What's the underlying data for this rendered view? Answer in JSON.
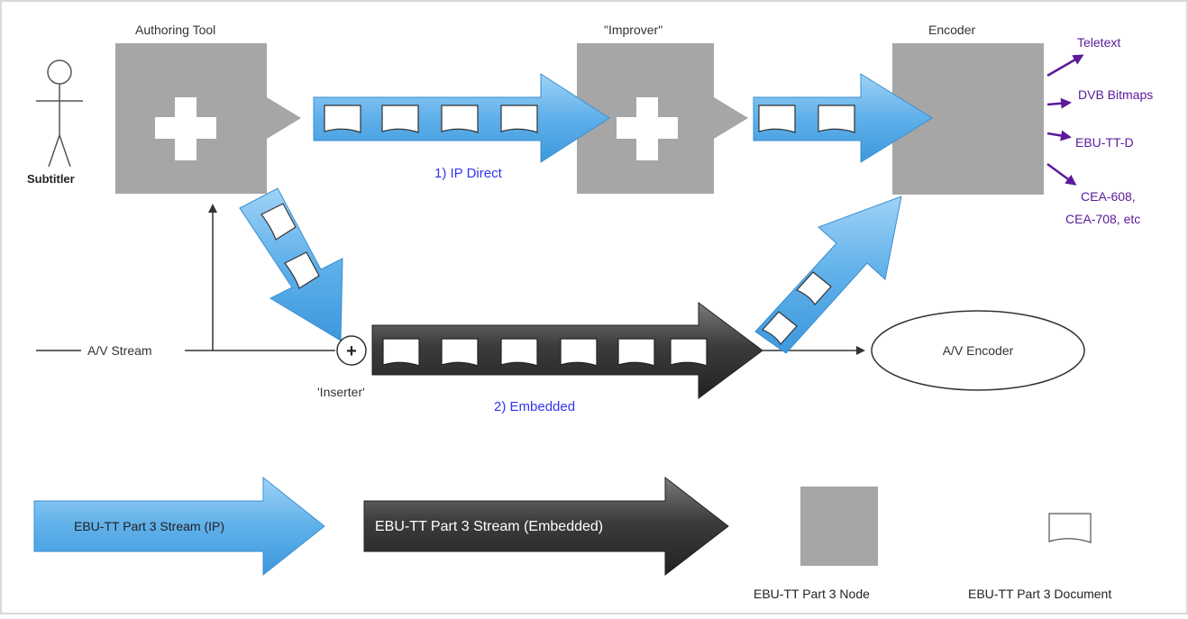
{
  "actor": {
    "label": "Subtitler"
  },
  "nodes": {
    "authoring": {
      "label": "Authoring Tool"
    },
    "improver": {
      "label": "\"Improver\""
    },
    "encoder": {
      "label": "Encoder"
    },
    "av_encoder": {
      "label": "A/V Encoder"
    }
  },
  "streams": {
    "ip_direct": {
      "label": "1) IP Direct"
    },
    "embedded": {
      "label": "2) Embedded"
    },
    "av_stream": {
      "label": "A/V Stream"
    },
    "inserter": {
      "label": "'Inserter'"
    }
  },
  "outputs": {
    "teletext": "Teletext",
    "dvb": "DVB Bitmaps",
    "ebu_tt_d": "EBU-TT-D",
    "cea_line1": "CEA-608,",
    "cea_line2": "CEA-708, etc"
  },
  "legend": {
    "ip_stream": "EBU-TT Part 3 Stream (IP)",
    "embedded_stream": "EBU-TT Part 3 Stream (Embedded)",
    "node": "EBU-TT Part 3 Node",
    "document": "EBU-TT Part 3 Document"
  },
  "colors": {
    "node_gray": "#a6a6a6",
    "ip_blue": "#5aaee8",
    "embedded_dark": "#3a3a3a",
    "label_blue": "#3333ee",
    "output_purple": "#5a1a9a"
  }
}
